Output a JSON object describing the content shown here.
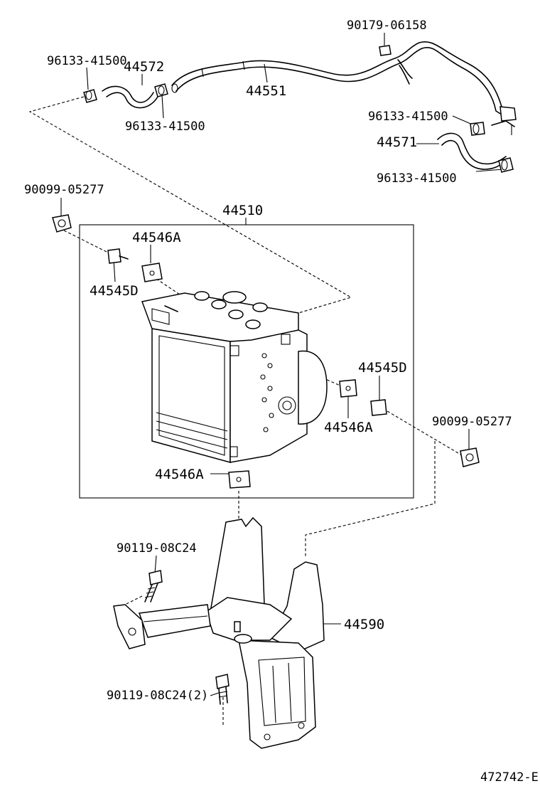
{
  "labels": {
    "l1": "90179-06158",
    "l2": "96133-41500",
    "l3": "44572",
    "l4": "44551",
    "l5": "96133-41500",
    "l6": "96133-41500",
    "l7": "44571",
    "l8": "96133-41500",
    "l9": "90099-05277",
    "l10": "44510",
    "l11": "44546A",
    "l12": "44545D",
    "l13": "44545D",
    "l14": "44546A",
    "l15": "90099-05277",
    "l16": "44546A",
    "l17": "90119-08C24",
    "l18": "44590",
    "l19": "90119-08C24(2)",
    "l20": "472742-E"
  }
}
